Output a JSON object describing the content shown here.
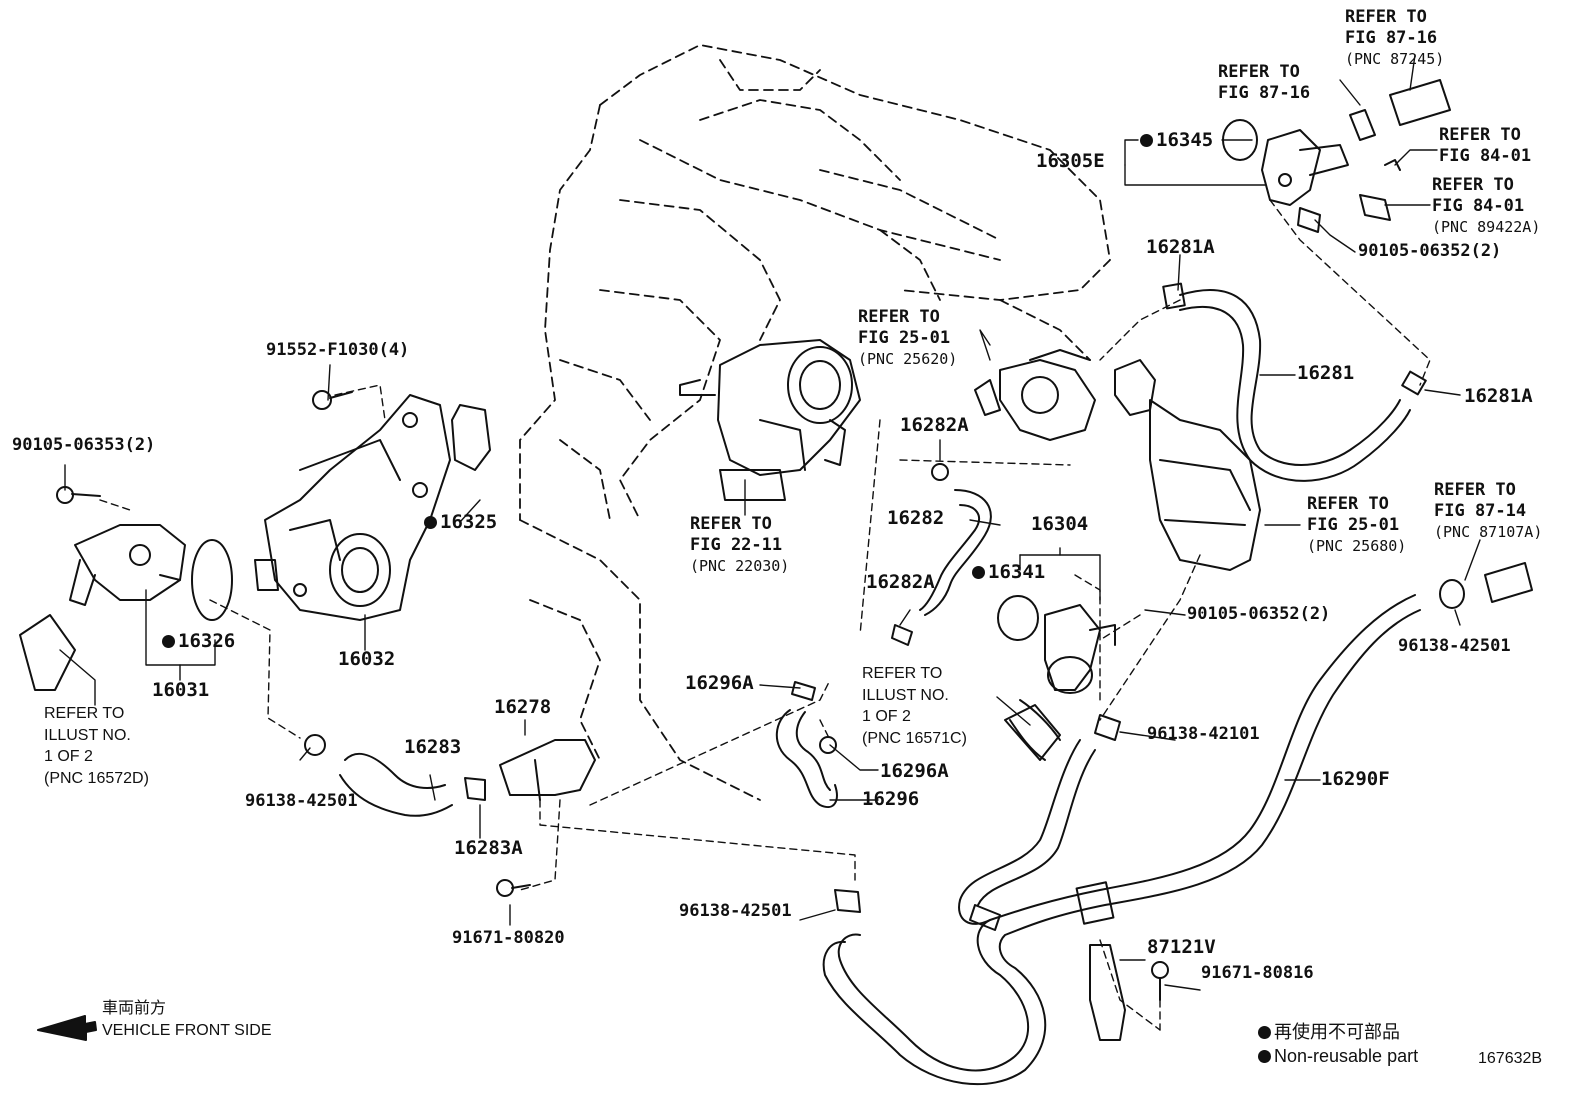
{
  "diagram": {
    "parts": [
      {
        "id": "p16305E",
        "text": "16305E"
      },
      {
        "id": "p16345",
        "text": "16345",
        "nonreusable": true
      },
      {
        "id": "p16281A_top",
        "text": "16281A"
      },
      {
        "id": "p16281A_right",
        "text": "16281A"
      },
      {
        "id": "p16281",
        "text": "16281"
      },
      {
        "id": "p90105_06352_top",
        "text": "90105-06352(2)"
      },
      {
        "id": "p91552",
        "text": "91552-F1030(4)"
      },
      {
        "id": "p90105_06353",
        "text": "90105-06353(2)"
      },
      {
        "id": "p16325",
        "text": "16325",
        "nonreusable": true
      },
      {
        "id": "p16326",
        "text": "16326",
        "nonreusable": true
      },
      {
        "id": "p16032",
        "text": "16032"
      },
      {
        "id": "p16031",
        "text": "16031"
      },
      {
        "id": "p16282A_top",
        "text": "16282A"
      },
      {
        "id": "p16282",
        "text": "16282"
      },
      {
        "id": "p16282A_bot",
        "text": "16282A"
      },
      {
        "id": "p16304",
        "text": "16304"
      },
      {
        "id": "p16341",
        "text": "16341",
        "nonreusable": true
      },
      {
        "id": "p90105_06352_mid",
        "text": "90105-06352(2)"
      },
      {
        "id": "p96138_42501_right",
        "text": "96138-42501"
      },
      {
        "id": "p96138_42101",
        "text": "96138-42101"
      },
      {
        "id": "p16290F",
        "text": "16290F"
      },
      {
        "id": "p16296A_top",
        "text": "16296A"
      },
      {
        "id": "p16296A_bot",
        "text": "16296A"
      },
      {
        "id": "p16296",
        "text": "16296"
      },
      {
        "id": "p16278",
        "text": "16278"
      },
      {
        "id": "p16283",
        "text": "16283"
      },
      {
        "id": "p16283A",
        "text": "16283A"
      },
      {
        "id": "p96138_42501_left",
        "text": "96138-42501"
      },
      {
        "id": "p91671_80820",
        "text": "91671-80820"
      },
      {
        "id": "p96138_42501_bot",
        "text": "96138-42501"
      },
      {
        "id": "p87121V",
        "text": "87121V"
      },
      {
        "id": "p91671_80816",
        "text": "91671-80816"
      }
    ],
    "refs": [
      {
        "id": "r87_16_a",
        "lines": [
          "REFER TO",
          "FIG 87-16",
          "(PNC 87245)"
        ]
      },
      {
        "id": "r87_16_b",
        "lines": [
          "REFER TO",
          "FIG 87-16"
        ]
      },
      {
        "id": "r84_01_a",
        "lines": [
          "REFER TO",
          "FIG 84-01"
        ]
      },
      {
        "id": "r84_01_b",
        "lines": [
          "REFER TO",
          "FIG 84-01",
          "(PNC 89422A)"
        ]
      },
      {
        "id": "r25_01_a",
        "lines": [
          "REFER TO",
          "FIG 25-01",
          "(PNC 25620)"
        ]
      },
      {
        "id": "r25_01_b",
        "lines": [
          "REFER TO",
          "FIG 25-01",
          "(PNC 25680)"
        ]
      },
      {
        "id": "r22_11",
        "lines": [
          "REFER TO",
          "FIG 22-11",
          "(PNC 22030)"
        ]
      },
      {
        "id": "r87_14",
        "lines": [
          "REFER TO",
          "FIG 87-14",
          "(PNC 87107A)"
        ]
      }
    ],
    "notes": {
      "illust_left": [
        "REFER TO",
        "ILLUST NO.",
        "1 OF 2",
        "(PNC 16572D)"
      ],
      "illust_mid": [
        "REFER TO",
        "ILLUST NO.",
        "1 OF 2",
        "(PNC 16571C)"
      ],
      "front_jp": "車両前方",
      "front_en": "VEHICLE FRONT SIDE",
      "legend_jp": "再使用不可部品",
      "legend_en": "Non-reusable part",
      "figure_id": "167632B"
    }
  }
}
